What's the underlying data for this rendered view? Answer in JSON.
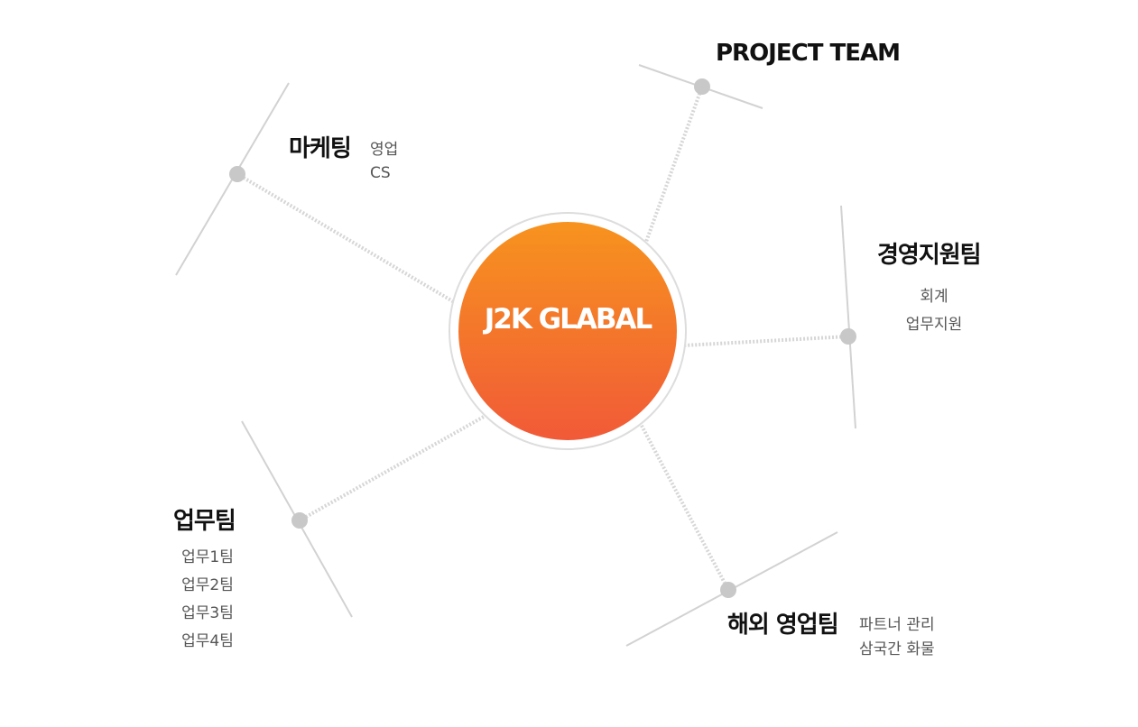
{
  "center": {
    "label": "J2K GLABAL"
  },
  "colors": {
    "gradient_top": "#f7931e",
    "gradient_bottom": "#f15a38",
    "line": "#cccccc",
    "node": "#c8c8c8"
  },
  "teams": {
    "marketing": {
      "title": "마케팅",
      "items": [
        "영업",
        "CS"
      ]
    },
    "project": {
      "title": "PROJECT TEAM",
      "items": []
    },
    "management": {
      "title": "경영지원팀",
      "items": [
        "회계",
        "업무지원"
      ]
    },
    "operations": {
      "title": "업무팀",
      "items": [
        "업무1팀",
        "업무2팀",
        "업무3팀",
        "업무4팀"
      ]
    },
    "overseas": {
      "title": "해외 영업팀",
      "items": [
        "파트너 관리",
        "삼국간 화물"
      ]
    }
  }
}
